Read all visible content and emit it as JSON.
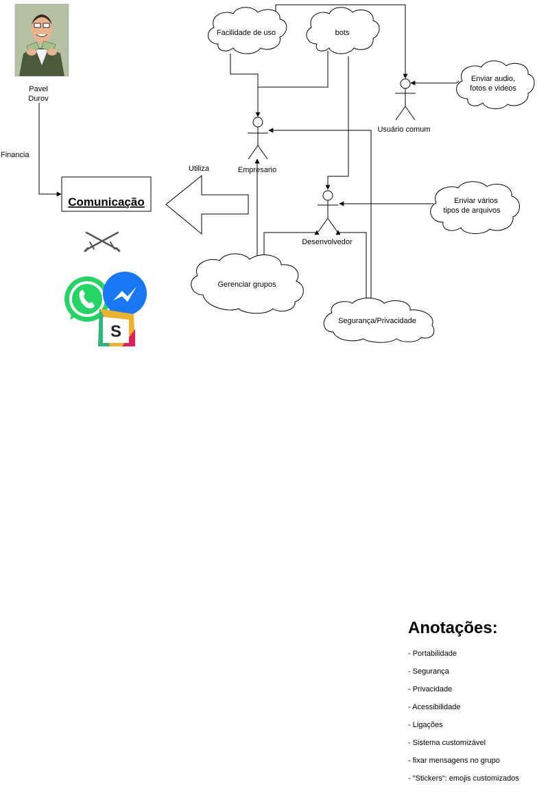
{
  "pavel": {
    "name_line1": "Pavel",
    "name_line2": "Durov"
  },
  "labels": {
    "financia": "Financia",
    "utiliza": "Utiliza",
    "comunicacao": "Comunicação"
  },
  "actors": {
    "empresario": "Empresario",
    "usuario": "Usuário comum",
    "desenvolvedor": "Desenvolvedor"
  },
  "clouds": {
    "facilidade": "Facilidade de uso",
    "bots": "bots",
    "audio_line1": "Enviar audio,",
    "audio_line2": "fotos e videos",
    "arquivos_line1": "Enviar vários",
    "arquivos_line2": "tipos de arquivos",
    "gerenciar": "Gerenciar grupos",
    "seguranca": "Segurança/Privacidade"
  },
  "notes": {
    "title": "Anotações:",
    "items": [
      "- Portabilidade",
      "- Segurança",
      "- Privacidade",
      "- Acessibilidade",
      "- Ligações",
      "- Sistema customizável",
      "- fixar mensagens no grupo",
      "- \"Stickers\": emojis customizados"
    ]
  },
  "colors": {
    "whatsapp": "#25D366",
    "messenger": "#1877F2",
    "slack_yellow": "#ECB22E",
    "slack_green": "#2EB67D",
    "slack_red": "#E01E5A",
    "skin": "#e9b38f",
    "suit": "#4a5a3a"
  }
}
